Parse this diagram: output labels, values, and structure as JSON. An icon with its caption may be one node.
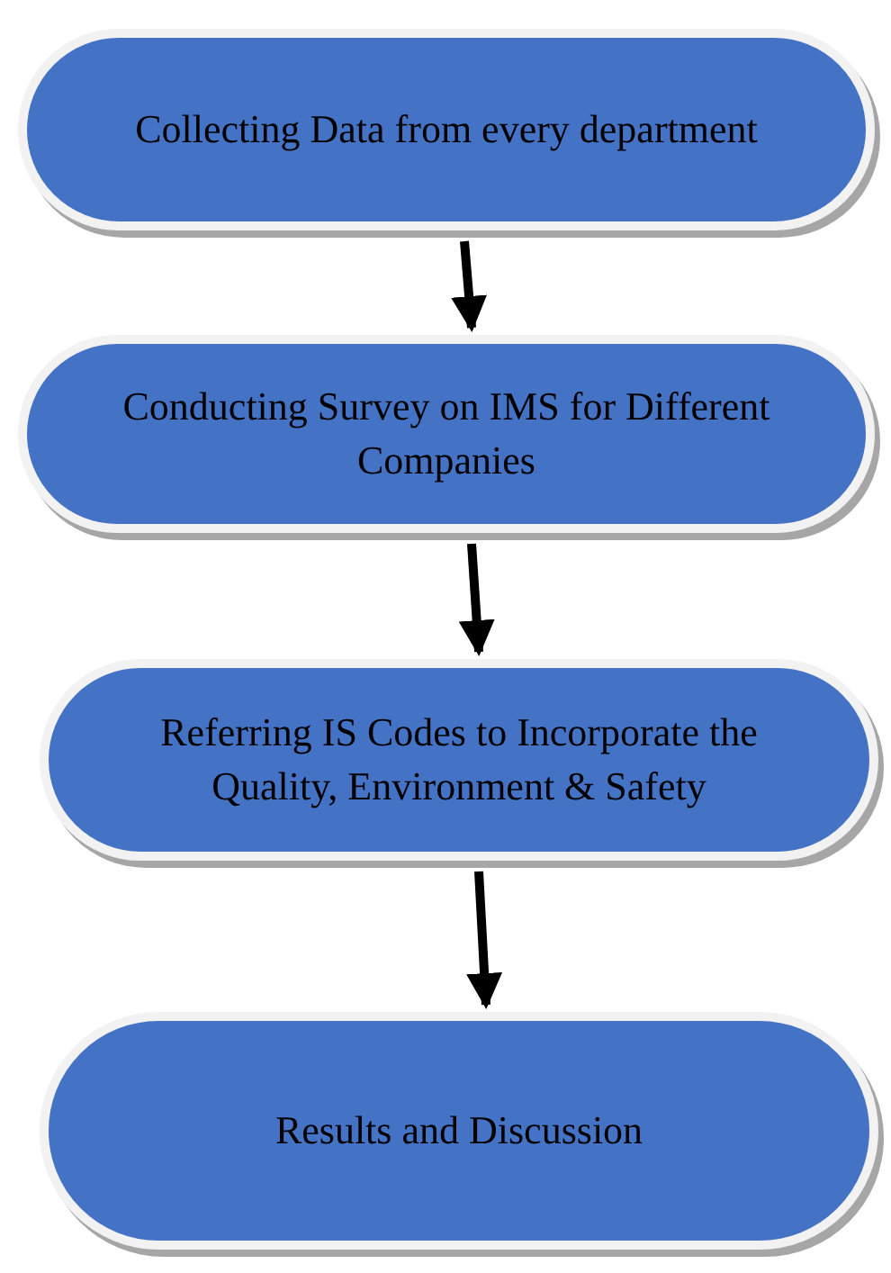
{
  "diagram": {
    "nodes": [
      {
        "text": [
          "Collecting Data from every department"
        ]
      },
      {
        "text": [
          "Conducting Survey on IMS for Different Companies"
        ]
      },
      {
        "text": [
          "Referring IS Codes to Incorporate the Quality, Environment & Safety"
        ]
      },
      {
        "text": [
          "Results and Discussion"
        ]
      }
    ],
    "edges": [
      {
        "from": 0,
        "to": 1,
        "arrow": "to"
      },
      {
        "from": 1,
        "to": 2,
        "arrow": "to"
      },
      {
        "from": 2,
        "to": 3,
        "arrow": "to"
      }
    ]
  }
}
